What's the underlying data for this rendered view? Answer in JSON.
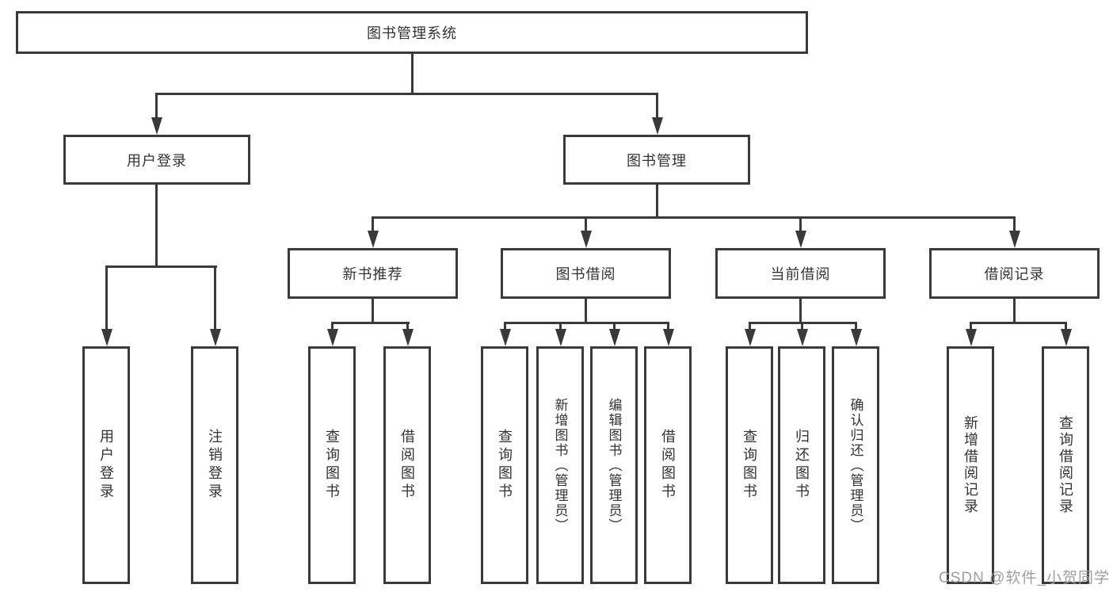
{
  "title": "图书管理系统",
  "watermark": "CSDN @软件_小贺同学",
  "colors": {
    "line": "#3a3a3a",
    "text": "#333333",
    "watermark": "#9e9e9e",
    "background": "#ffffff"
  },
  "nodes": {
    "root": {
      "label": "图书管理系统"
    },
    "user_login": {
      "label": "用户登录"
    },
    "book_mgmt": {
      "label": "图书管理"
    },
    "leaf_user_login": {
      "label": "用户登录"
    },
    "leaf_logout": {
      "label": "注销登录"
    },
    "new_book_rec": {
      "label": "新书推荐"
    },
    "book_borrow": {
      "label": "图书借阅"
    },
    "current_borrow": {
      "label": "当前借阅"
    },
    "borrow_record": {
      "label": "借阅记录"
    },
    "nbr_query_book": {
      "label": "查询图书"
    },
    "nbr_borrow_book": {
      "label": "借阅图书"
    },
    "bb_query_book": {
      "label": "查询图书"
    },
    "bb_add_book_admin": {
      "label": "新增图书（管理员）"
    },
    "bb_edit_book_admin": {
      "label": "编辑图书（管理员）"
    },
    "bb_borrow_book": {
      "label": "借阅图书"
    },
    "cb_query_book": {
      "label": "查询图书"
    },
    "cb_return_book": {
      "label": "归还图书"
    },
    "cb_confirm_return_admin": {
      "label": "确认归还（管理员）"
    },
    "br_add_record": {
      "label": "新增借阅记录"
    },
    "br_query_record": {
      "label": "查询借阅记录"
    }
  }
}
